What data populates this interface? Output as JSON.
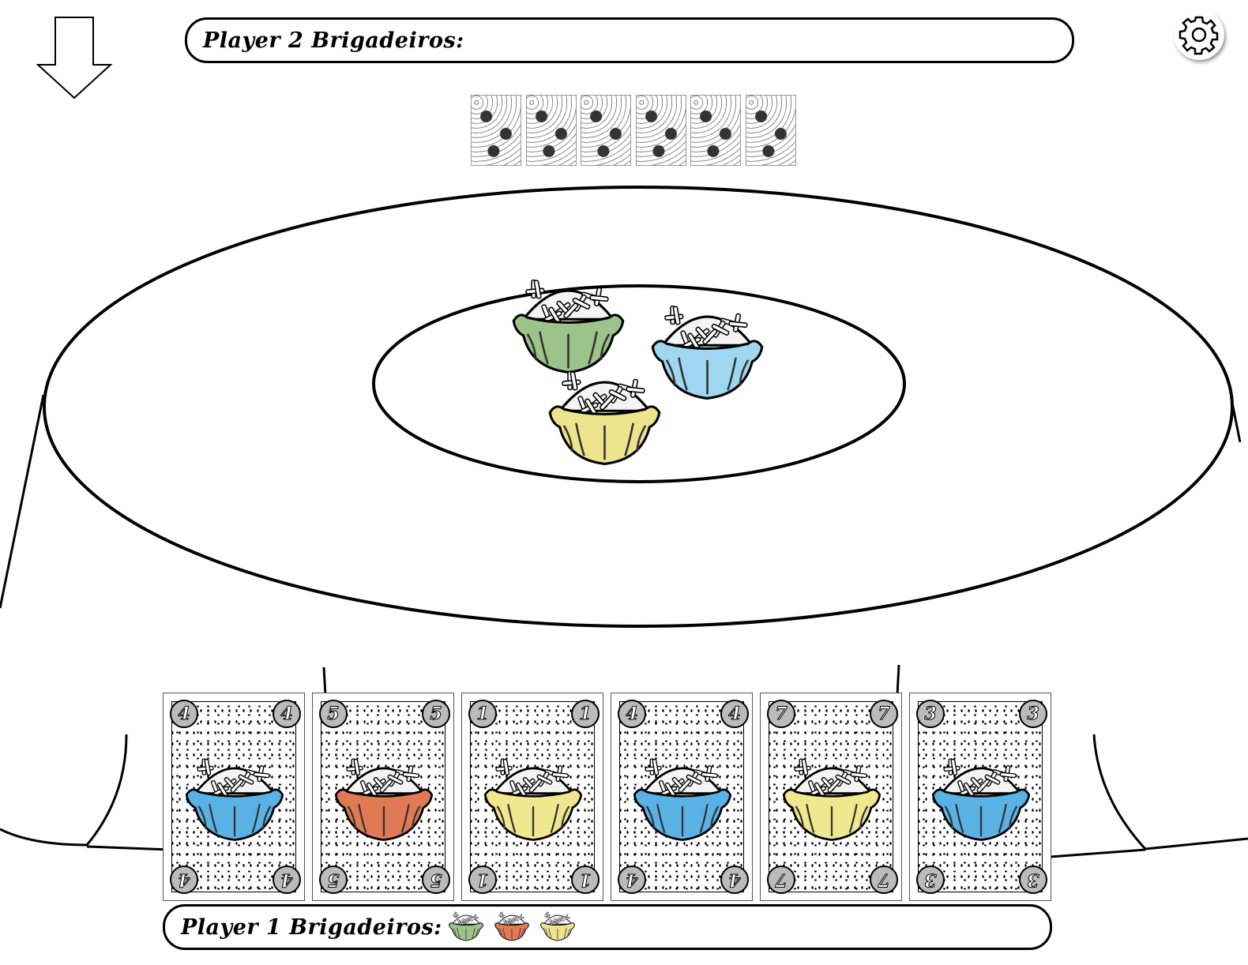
{
  "player2": {
    "label": "Player 2 Brigadeiros:",
    "collected": []
  },
  "player1": {
    "label": "Player 1 Brigadeiros:",
    "collected": [
      {
        "color": "#9cc38a"
      },
      {
        "color": "#e07a55"
      },
      {
        "color": "#eee48e"
      }
    ]
  },
  "opponent_hand_count": 6,
  "center_brigadeiros": [
    {
      "name": "green",
      "color": "#9cc38a"
    },
    {
      "name": "blue",
      "color": "#9fd6f0"
    },
    {
      "name": "yellow",
      "color": "#eee48e"
    }
  ],
  "hand": [
    {
      "number": "4",
      "color": "#5ab2e4"
    },
    {
      "number": "5",
      "color": "#e07a55"
    },
    {
      "number": "1",
      "color": "#f0e88e"
    },
    {
      "number": "4",
      "color": "#5ab2e4"
    },
    {
      "number": "7",
      "color": "#f0e88e"
    },
    {
      "number": "3",
      "color": "#5ab2e4"
    }
  ],
  "icons": {
    "deck": "arrow-down-icon",
    "settings": "gear-icon"
  }
}
